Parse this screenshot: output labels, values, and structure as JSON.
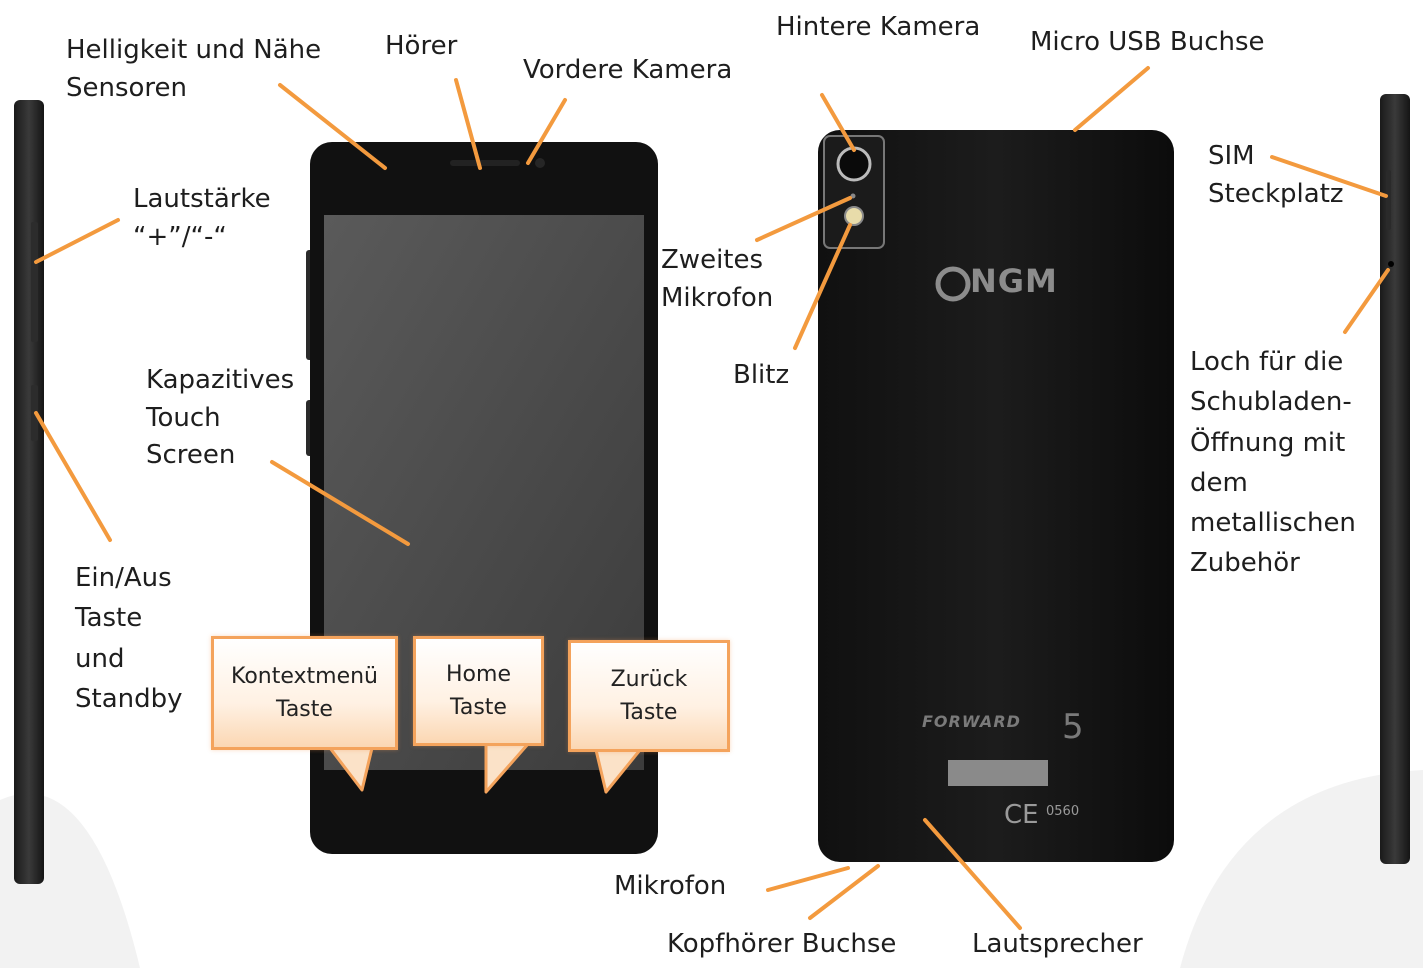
{
  "labels": {
    "helligkeit": "Helligkeit und Nähe\nSensoren",
    "hoerer": "Hörer",
    "vordere_kamera": "Vordere Kamera",
    "hintere_kamera": "Hintere Kamera",
    "micro_usb": "Micro USB Buchse",
    "sim": "SIM\nSteckplatz",
    "lautstaerke": "Lautstärke\n“+”/“-“",
    "zweites_mikrofon": "Zweites\nMikrofon",
    "blitz": "Blitz",
    "touch_screen": "Kapazitives\nTouch\nScreen",
    "loch": "Loch für die\nSchubladen-\nÖffnung mit\ndem\nmetallischen\nZubehör",
    "ein_aus": "Ein/Aus\nTaste\nund\nStandby",
    "mikrofon": "Mikrofon",
    "kopfhoerer": "Kopfhörer Buchse",
    "lautsprecher": "Lautsprecher"
  },
  "callouts": {
    "kontextmenue": "Kontextmenü\nTaste",
    "home": "Home\nTaste",
    "zurueck": "Zurück\nTaste"
  },
  "device_markings": {
    "brand_logo": "NGM",
    "model_logo": "FORWARD",
    "ce_mark": "CE",
    "ce_number": "0560"
  },
  "colors": {
    "leader_line": "#f39a3e",
    "callout_border": "#f4a35c",
    "phone_body": "#141414",
    "screen": "#4a4a4a"
  }
}
